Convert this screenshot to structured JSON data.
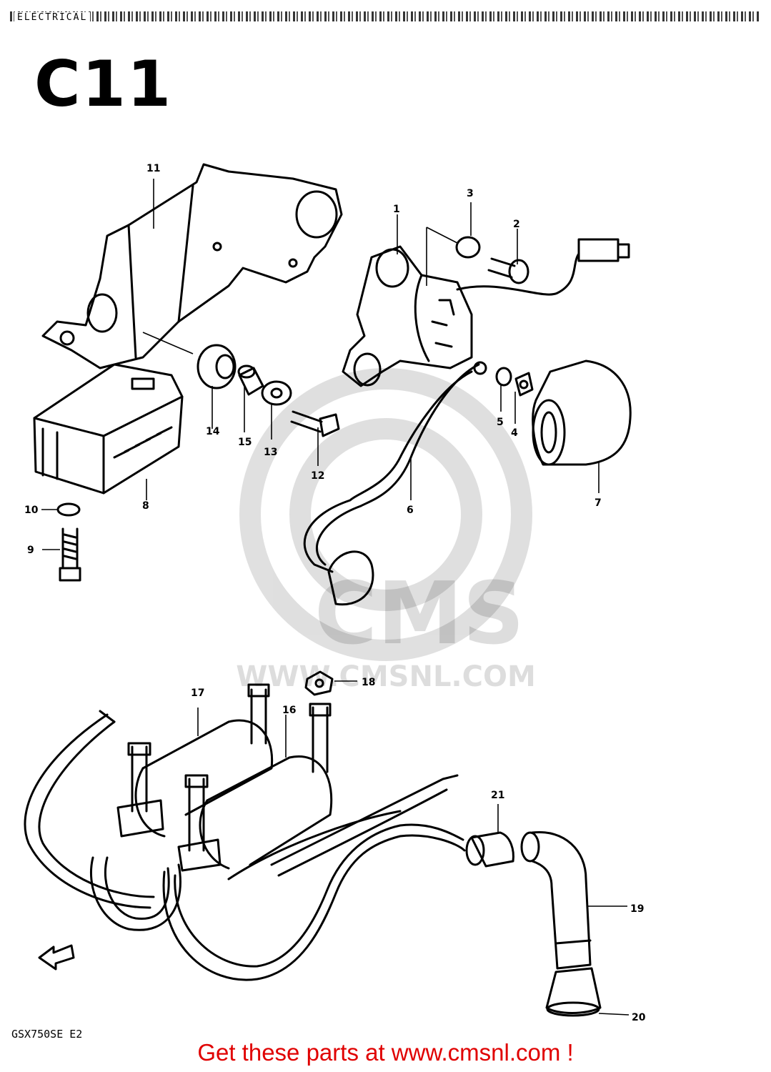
{
  "header": {
    "section_label": "ELECTRICAL",
    "section_code": "C11"
  },
  "watermark": {
    "brand": "CMS",
    "site": "WWW.CMSNL.COM"
  },
  "callouts": [
    "1",
    "2",
    "3",
    "4",
    "5",
    "6",
    "7",
    "8",
    "9",
    "10",
    "11",
    "12",
    "13",
    "14",
    "15",
    "16",
    "17",
    "18",
    "19",
    "20",
    "21"
  ],
  "model_code": "GSX750SE E2",
  "footer": {
    "text": "Get these parts at www.cmsnl.com !"
  },
  "colors": {
    "footer_text": "#e00000",
    "line_art": "#000000",
    "watermark": "#c8c8c8"
  }
}
